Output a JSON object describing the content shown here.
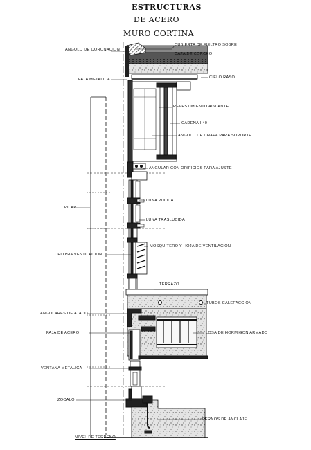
{
  "header": {
    "title_line1": "ESTRUCTURAS",
    "title_line2": "DE ACERO",
    "subtitle": "MURO CORTINA"
  },
  "labels": {
    "angulo_coronacion": "ANGULO DE CORONACION",
    "cubierta_fieltro": "CUBIERTA DE FIELTRO SOBRE",
    "capa_corcho": "CAPA DE CORCHO",
    "faja_metalica": "FAJA METALICA",
    "cielo_raso": "CIELO RASO",
    "revestimiento_aislante": "REVESTIMIENTO AISLANTE",
    "cadena": "CADENA I 40",
    "angulo_chapa": "ANGULO DE CHAPA PARA SOPORTE",
    "angular_orificios": "ANGULAR CON ORIFICIOS PARA AJUSTE",
    "luna_pulida": "LUNA PULIDA",
    "pilar": "PILAR",
    "luna_traslucida": "LUNA TRASLUCIDA",
    "celosia_ventilacion": "CELOSIA VENTILACION",
    "mosquitero": "MOSQUITERO Y HOJA DE VENTILACION",
    "terrazo": "TERRAZO",
    "tubos_calefaccion": "TUBOS CALEFACCION",
    "angulares_atado": "ANGULARES DE ATADO",
    "faja_acero": "FAJA DE ACERO",
    "losa_hormigon": "LOSA DE HORMIGON ARMADO",
    "ventana_metalica": "VENTANA METALICA",
    "zocalo": "ZOCALO",
    "pernos_anclaje": "PERNOS DE ANCLAJE",
    "nivel_terreno": "NIVEL DE TERRENO"
  },
  "colors": {
    "ink": "#111111",
    "paper": "#ffffff",
    "concrete": "#d8d8d8",
    "dark_fill": "#2a2a2a"
  }
}
